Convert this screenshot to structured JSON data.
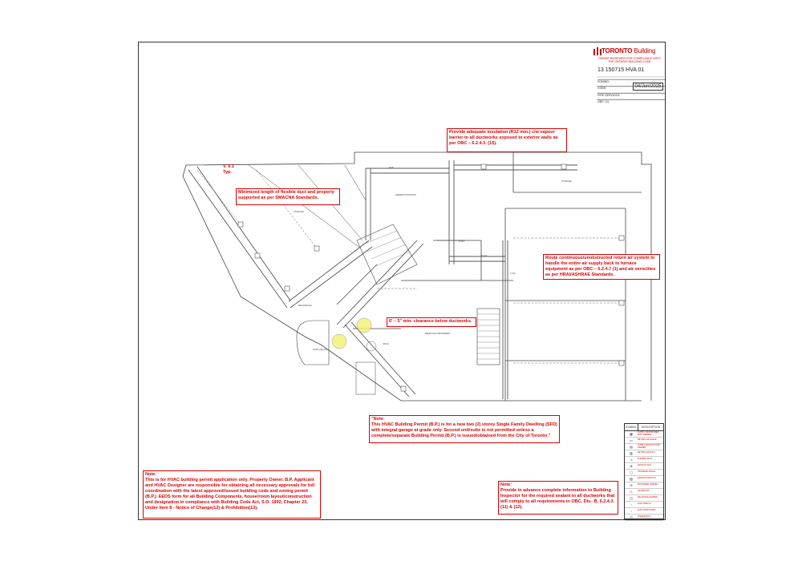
{
  "title_block": {
    "brand_main": "TORONTO",
    "brand_sub": "Building",
    "stamp": "PERMIT REVIEWED FOR COMPLIANCE WITH THE ONTARIO BUILDING CODE",
    "permit_number": "13 150715 HVA 01",
    "zoning_label": "ZONING:",
    "code_label": "CODE:",
    "date": "04/Jun/2025",
    "fire_services_label": "FIRE SERVICES:",
    "obc_label": "OBC: (1)"
  },
  "notes": {
    "insulation": "Provide adequate insulation (R12 min.) c/w vapour barrier to all ductworks exposed to exterior walls as per OBC – 6.2.4.3. (15).",
    "typ_label": "V. 0.1 Typ.",
    "flex_duct": "Minimized length of flexible duct and properly supported as per SMACNA Standards.",
    "return_air": "Route continuous/unobstructed return air system to handle the entire air supply back to furnace equipment as per OBC – 6.2.4.7 (1) and air verocities as per HRAI/ASHRAE Standards.",
    "clearance": "6' – 5\" min. clearance below ductworks.",
    "sfd_heading": "\"Note:",
    "sfd_body": "This HVAC Building Permit (B.P.) is for a new two (2) storey Single Family Dwelling (SFD) with integral garage at grade only. Second unit/suite is not permitted unless a complete/separate Building Permit (B.P.) is issued/obtained from the City of Toronto.\"",
    "permit_heading": "Note:",
    "permit_body": "This is for HVAC building permit application only. Property Owner, B.P. Applicant and HVAC Designer are responsible for obtaining all necessary approvals for full coordination with the latest approved/issued building code and zoning permit (B.P.). EEDS form for all Building Components, house/room layout/construction and designation in compliance with Building Code Act, S.O. 1992, Chapter 23, Under Item 8 - Notice of Change(12) & Prohibition(13).",
    "sealant_heading": "Note:",
    "sealant_body": "Provide in advance complete information to Building Inspector for the required sealant to all ductworks that will comply to all requirements in OBC, Div.- B, 6.2.4.3. (11) & (12)."
  },
  "room_labels": {
    "storage_left": "STORAGE",
    "recreation_room": "RECREATION ROOM",
    "storage_right": "STORAGE",
    "mechanical": "MECHANICAL",
    "cold_cellar": "COLD CELLAR",
    "bath": "BATH",
    "bedroom": "BEDROOM IN BASEMENT",
    "duct_1": "8\"x8\"",
    "duct_2": "6\"x10\"",
    "duct_3": "8\"x14\"",
    "duct_4": "4\" RA"
  },
  "legend": {
    "symbol_header": "SYMBOL",
    "description_header": "DESCRIPTION",
    "rows": [
      "SUPPLY AIR DIFFUSER WITH DAMPER",
      "RETURN AIR GRILLE",
      "SUPPLY AIR DUCT WITH DAMPER",
      "RETURN AIR DUCT",
      "FLEXIBLE DUCT",
      "EXHAUST FAN",
      "TRANSFER GRILLE",
      "EXHAUST AIR DUCT",
      "MOTORIZED DAMPER",
      "TRANSITION",
      "BALANCING DAMPER",
      "DUCT RISE UP",
      "DUCT DROP DOWN",
      "THERMOSTAT"
    ]
  },
  "colors": {
    "note_red": "#dd0000",
    "duct_gray": "#555555",
    "highlight": "#f4f070"
  }
}
